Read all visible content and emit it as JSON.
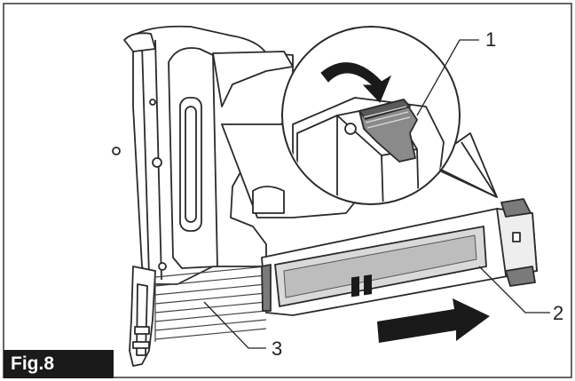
{
  "figure": {
    "label": "Fig.8"
  },
  "callouts": [
    {
      "number": "1",
      "meaning": "magazine-lock-lever"
    },
    {
      "number": "2",
      "meaning": "magazine"
    },
    {
      "number": "3",
      "meaning": "nail-strip"
    }
  ],
  "icons": {
    "rotate_arrow": "curved-arrow-icon",
    "slide_arrow": "right-arrow-icon"
  },
  "colors": {
    "line": "#2a2a2a",
    "magazine_fill": "#d9d9d9",
    "magazine_dark": "#7a7a7a",
    "label_bg": "#1a1a1a"
  }
}
